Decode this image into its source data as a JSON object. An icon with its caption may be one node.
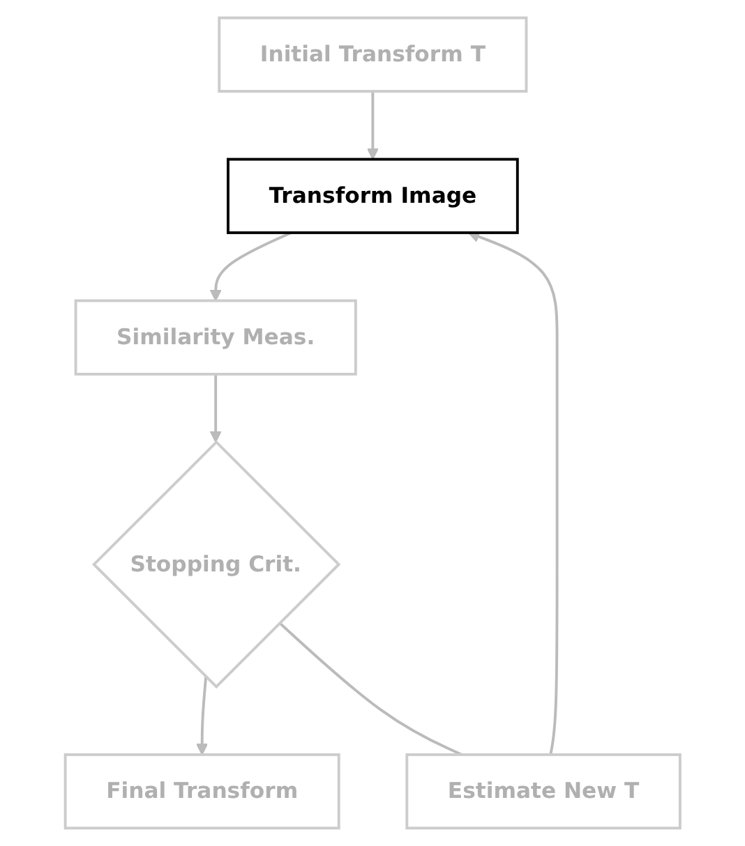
{
  "diagram": {
    "nodes": [
      {
        "text": [
          "Initial Transform T"
        ]
      },
      {
        "text": [
          "Transform Image"
        ]
      },
      {
        "text": [
          "Similarity Meas."
        ]
      },
      {
        "text": [
          "Stopping Crit."
        ]
      },
      {
        "text": [
          "Final Transform"
        ]
      },
      {
        "text": [
          "Estimate New T"
        ]
      }
    ],
    "edges": [
      {
        "from": 0,
        "to": 1,
        "arrow": "to"
      },
      {
        "from": 1,
        "to": 2,
        "arrow": "to"
      },
      {
        "from": 2,
        "to": 3,
        "arrow": "to"
      },
      {
        "from": 3,
        "to": 4,
        "arrow": "to"
      },
      {
        "from": 3,
        "to": 5,
        "arrow": "none"
      },
      {
        "from": 5,
        "to": 1,
        "arrow": "to"
      }
    ]
  }
}
